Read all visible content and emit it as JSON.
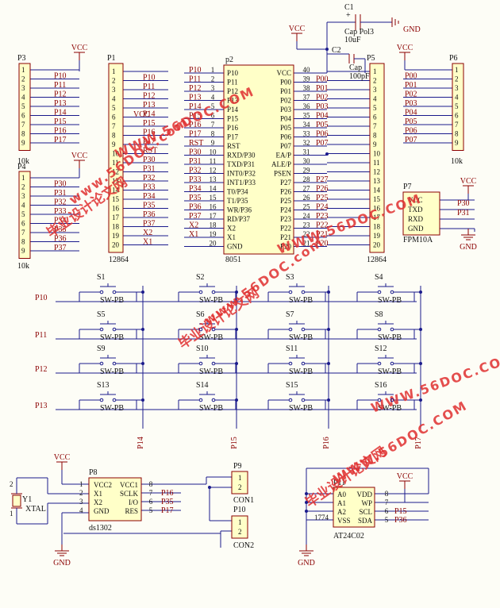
{
  "power": {
    "vcc": "VCC",
    "gnd": "GND"
  },
  "p3": {
    "ref": "P3",
    "value": "10k",
    "pins": [
      "1",
      "2",
      "3",
      "4",
      "5",
      "6",
      "7",
      "8",
      "9"
    ],
    "nets": [
      "P10",
      "P11",
      "P12",
      "P13",
      "P14",
      "P15",
      "P16",
      "P17"
    ]
  },
  "p4": {
    "ref": "P4",
    "value": "10k",
    "pins": [
      "1",
      "2",
      "3",
      "4",
      "5",
      "6",
      "7",
      "8",
      "9"
    ],
    "nets": [
      "P30",
      "P31",
      "P32",
      "P33",
      "P34",
      "P35",
      "P36",
      "P37"
    ]
  },
  "p1": {
    "ref": "P1",
    "value": "12864",
    "pins": [
      "1",
      "2",
      "3",
      "4",
      "5",
      "6",
      "7",
      "8",
      "9",
      "10",
      "11",
      "12",
      "13",
      "14",
      "15",
      "16",
      "17",
      "18",
      "19",
      "20"
    ],
    "left_nets": [
      "",
      "",
      "P10",
      "P11",
      "P12",
      "P13",
      "P14",
      "P15",
      "P16",
      "P17",
      "RST",
      "P30",
      "P31",
      "P32",
      "P33",
      "P34",
      "P35",
      "P36",
      "P37",
      "X2",
      "X1",
      ""
    ],
    "vcc_label": "VCC"
  },
  "p2": {
    "ref": "p2",
    "value": "8051",
    "left_pins": [
      "P10",
      "P11",
      "P12",
      "P13",
      "P14",
      "P15",
      "P16",
      "P17",
      "RST",
      "RXD/P30",
      "TXD/P31",
      "INT0/P32",
      "INT1/P33",
      "T0/P34",
      "T1/P35",
      "WR/P36",
      "RD/P37",
      "X2",
      "X1",
      "GND"
    ],
    "left_nums": [
      "1",
      "2",
      "3",
      "4",
      "5",
      "6",
      "7",
      "8",
      "9",
      "10",
      "11",
      "12",
      "13",
      "14",
      "15",
      "16",
      "17",
      "18",
      "19",
      "20"
    ],
    "right_pins": [
      "VCC",
      "P00",
      "P01",
      "P02",
      "P03",
      "P04",
      "P05",
      "P06",
      "P07",
      "EA/P",
      "ALE/P",
      "PSEN",
      "P27",
      "P26",
      "P25",
      "P24",
      "P23",
      "P22",
      "P21",
      "P20"
    ],
    "right_nums": [
      "40",
      "39",
      "38",
      "37",
      "36",
      "35",
      "34",
      "33",
      "32",
      "31",
      "30",
      "29",
      "28",
      "27",
      "26",
      "25",
      "24",
      "23",
      "22",
      "21"
    ],
    "left_nets": [
      "P10",
      "P11",
      "P12",
      "P13",
      "P14",
      "P15",
      "P16",
      "P17",
      "RST",
      "P30",
      "P31",
      "P32",
      "P33",
      "P34",
      "P35",
      "P36",
      "P37",
      "X2",
      "X1",
      ""
    ],
    "right_nets": [
      "",
      "P00",
      "P01",
      "P02",
      "P03",
      "P04",
      "P05",
      "P06",
      "P07",
      "",
      "",
      "",
      "P27",
      "P26",
      "P25",
      "P24",
      "P23",
      "P22",
      "P21",
      "P20"
    ]
  },
  "p5": {
    "ref": "P5",
    "value": "12864",
    "pins": [
      "1",
      "2",
      "3",
      "4",
      "5",
      "6",
      "7",
      "8",
      "9",
      "10",
      "11",
      "12",
      "13",
      "14",
      "15",
      "16",
      "17",
      "18",
      "19",
      "20"
    ]
  },
  "p6": {
    "ref": "P6",
    "value": "10k",
    "pins": [
      "1",
      "2",
      "3",
      "4",
      "5",
      "6",
      "7",
      "8",
      "9"
    ],
    "nets": [
      "P00",
      "P01",
      "P02",
      "P03",
      "P04",
      "P05",
      "P06",
      "P07"
    ]
  },
  "p7": {
    "ref": "P7",
    "value": "FPM10A",
    "pins": [
      "VCC",
      "TXD",
      "RXD",
      "GND"
    ],
    "nets": [
      "P30",
      "P31"
    ]
  },
  "c1": {
    "ref": "C1",
    "type": "Cap Pol3",
    "value": "10uF"
  },
  "c2": {
    "ref": "C2",
    "type": "Cap",
    "value": "100pF"
  },
  "keypad": {
    "rows": [
      "P10",
      "P11",
      "P12",
      "P13"
    ],
    "cols": [
      "P14",
      "P15",
      "P16",
      "P17"
    ],
    "switches": [
      "S1",
      "S2",
      "S3",
      "S4",
      "S5",
      "S6",
      "S7",
      "S8",
      "S9",
      "S10",
      "S11",
      "S12",
      "S13",
      "S14",
      "S15",
      "S16"
    ],
    "sw_type": "SW-PB"
  },
  "y1": {
    "ref": "Y1",
    "value": "XTAL",
    "pins": [
      "2",
      "1"
    ]
  },
  "p8": {
    "ref": "P8",
    "value": "ds1302",
    "left_pins": [
      "VCC2",
      "X1",
      "X2",
      "GND"
    ],
    "left_nums": [
      "1",
      "2",
      "3",
      "4"
    ],
    "right_pins": [
      "VCC1",
      "SCLK",
      "I/O",
      "RES"
    ],
    "right_nums": [
      "8",
      "7",
      "6",
      "5"
    ],
    "right_nets": [
      "P16",
      "P35",
      "P17"
    ]
  },
  "p9": {
    "ref": "P9",
    "value": "CON1",
    "pins": [
      "1",
      "2"
    ]
  },
  "p10": {
    "ref": "P10",
    "value": "CON2",
    "pins": [
      "1",
      "2"
    ]
  },
  "p11": {
    "ref": "P11",
    "value": "AT24C02",
    "left_pins": [
      "A0",
      "A1",
      "A2",
      "VSS"
    ],
    "right_pins": [
      "VDD",
      "WP",
      "SCL",
      "SDA"
    ],
    "right_nums": [
      "8",
      "7",
      "6",
      "5"
    ],
    "right_nets": [
      "P15",
      "P36"
    ],
    "mid_label": "1774"
  },
  "watermarks": {
    "cn": "毕业设计论文网",
    "url": "www.56DOC.com",
    "url_caps": "WWW.56DOC.COM"
  }
}
